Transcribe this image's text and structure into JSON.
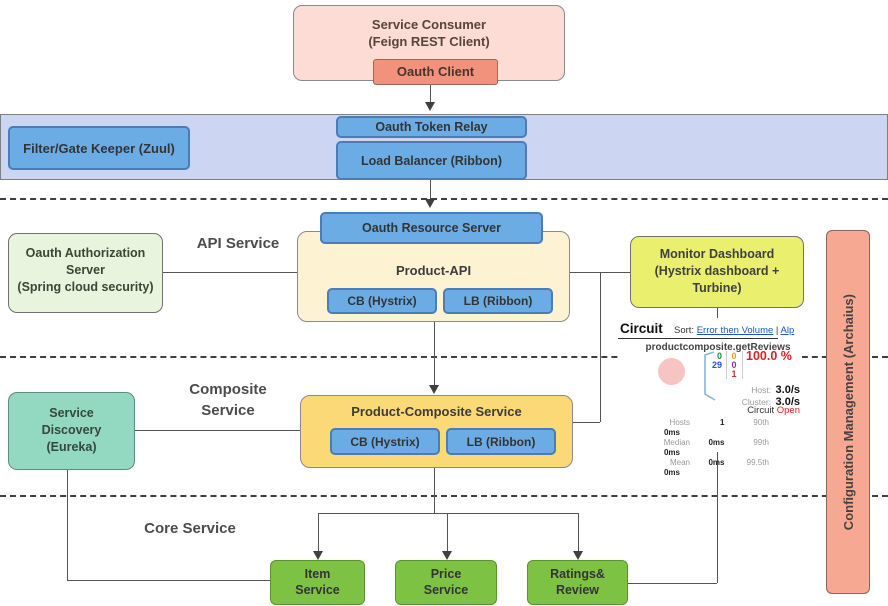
{
  "colors": {
    "band": "#ccd6f2",
    "blue": "#6cace4",
    "blueBorder": "#4a7cb8",
    "consumerPink": "#fcdcd4",
    "clientSalmon": "#f2917c",
    "apiYellow": "#fdf3d2",
    "compositeYellow": "#fcd977",
    "authGreen": "#e9f4df",
    "discoveryTeal": "#93d8c0",
    "monitorYellow": "#eaf06d",
    "configSalmon": "#f6a893",
    "serviceGreen": "#7dc242",
    "serviceGreenBorder": "#5a9431",
    "linkBlue": "#1a56c4",
    "errorRed": "#e2211c"
  },
  "consumer": {
    "title_line1": "Service Consumer",
    "title_line2": "(Feign REST Client)",
    "client": "Oauth Client"
  },
  "gateway": {
    "filter": "Filter/Gate Keeper (Zuul)",
    "token_relay": "Oauth Token Relay",
    "load_balancer": "Load Balancer (Ribbon)"
  },
  "sections": {
    "api": "API Service",
    "composite_line1": "Composite",
    "composite_line2": "Service",
    "core": "Core Service"
  },
  "auth_server": {
    "line1": "Oauth Authorization",
    "line2": "Server",
    "line3": "(Spring cloud security)"
  },
  "resource_server": "Oauth Resource Server",
  "product_api": {
    "title": "Product-API",
    "cb": "CB (Hystrix)",
    "lb": "LB (Ribbon)"
  },
  "monitor": {
    "line1": "Monitor Dashboard",
    "line2": "(Hystrix dashboard +",
    "line3": "Turbine)"
  },
  "config_mgmt": "Configuration Management (Archaius)",
  "service_discovery": {
    "line1": "Service",
    "line2": "Discovery",
    "line3": "(Eureka)"
  },
  "composite_service": {
    "title": "Product-Composite  Service",
    "cb": "CB (Hystrix)",
    "lb": "LB (Ribbon)"
  },
  "core_services": [
    {
      "line1": "Item",
      "line2": "Service"
    },
    {
      "line1": "Price",
      "line2": "Service"
    },
    {
      "line1": "Ratings&",
      "line2": "Review"
    }
  ],
  "hystrix": {
    "panel_title": "Circuit",
    "sort_label": "Sort:",
    "sort_link_1": "Error then Volume",
    "sort_separator": "|",
    "sort_link_2": "Alp",
    "metric_name": "productcomposite.getReviews",
    "count_success": "0",
    "count_short_circuited": "29",
    "count_timeout": "0",
    "count_rejected": "0",
    "count_failure": "1",
    "error_percent": "100.0 %",
    "host_label": "Host:",
    "host_rate": "3.0/s",
    "cluster_label": "Cluster:",
    "cluster_rate": "3.0/s",
    "circuit_label": "Circuit",
    "circuit_state": "Open",
    "stats": [
      {
        "label": "Hosts",
        "value": "1",
        "label2": "90th",
        "value2": "0ms"
      },
      {
        "label": "Median",
        "value": "0ms",
        "label2": "99th",
        "value2": "0ms"
      },
      {
        "label": "Mean",
        "value": "0ms",
        "label2": "99.5th",
        "value2": "0ms"
      }
    ]
  }
}
